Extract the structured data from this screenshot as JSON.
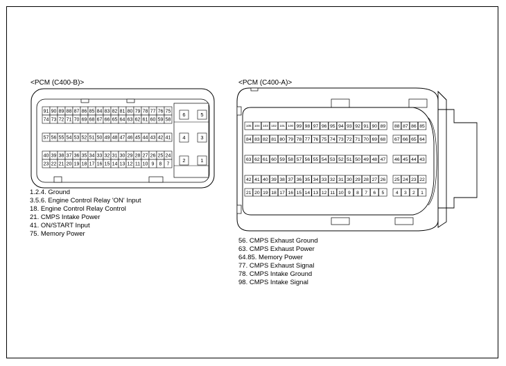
{
  "connector_b": {
    "title": "<PCM (C400-B)>",
    "rows": [
      [
        "91",
        "90",
        "89",
        "88",
        "87",
        "86",
        "85",
        "84",
        "83",
        "82",
        "81",
        "80",
        "79",
        "78",
        "77",
        "76",
        "75"
      ],
      [
        "74",
        "73",
        "72",
        "71",
        "70",
        "69",
        "68",
        "67",
        "66",
        "65",
        "64",
        "63",
        "62",
        "61",
        "60",
        "59",
        "58"
      ],
      [
        "57",
        "56",
        "55",
        "54",
        "53",
        "52",
        "51",
        "50",
        "49",
        "48",
        "47",
        "46",
        "45",
        "44",
        "43",
        "42",
        "41"
      ],
      [
        "40",
        "39",
        "38",
        "37",
        "36",
        "35",
        "34",
        "33",
        "32",
        "31",
        "30",
        "29",
        "28",
        "27",
        "26",
        "25",
        "24"
      ],
      [
        "23",
        "22",
        "21",
        "20",
        "19",
        "18",
        "17",
        "16",
        "15",
        "14",
        "13",
        "12",
        "11",
        "10",
        "9",
        "8",
        "7"
      ]
    ],
    "side_pins": [
      "6",
      "5",
      "4",
      "3",
      "2",
      "1"
    ],
    "legend": [
      "1.2.4. Ground",
      "3.5.6. Engine Control Relay 'ON' Input",
      "18. Engine Control Relay Control",
      "21. CMPS Intake Power",
      "41. ON/START Input",
      "75. Memory Power"
    ]
  },
  "connector_a": {
    "title": "<PCM (C400-A)>",
    "rows": [
      {
        "main": [
          "105",
          "104",
          "103",
          "102",
          "101",
          "100",
          "99",
          "98",
          "97",
          "96",
          "95",
          "94",
          "93",
          "92",
          "91",
          "90",
          "89"
        ],
        "side": [
          "88",
          "87",
          "86",
          "85"
        ]
      },
      {
        "main": [
          "84",
          "83",
          "82",
          "81",
          "80",
          "79",
          "78",
          "77",
          "76",
          "75",
          "74",
          "73",
          "72",
          "71",
          "70",
          "69",
          "68"
        ],
        "side": [
          "67",
          "66",
          "65",
          "64"
        ]
      },
      {
        "main": [
          "63",
          "62",
          "61",
          "60",
          "59",
          "58",
          "57",
          "56",
          "55",
          "54",
          "53",
          "52",
          "51",
          "50",
          "49",
          "48",
          "47"
        ],
        "side": [
          "46",
          "45",
          "44",
          "43"
        ]
      },
      {
        "main": [
          "42",
          "41",
          "40",
          "39",
          "38",
          "37",
          "36",
          "35",
          "34",
          "33",
          "32",
          "31",
          "30",
          "29",
          "28",
          "27",
          "26"
        ],
        "side": [
          "25",
          "24",
          "23",
          "22"
        ]
      },
      {
        "main": [
          "21",
          "20",
          "19",
          "18",
          "17",
          "16",
          "15",
          "14",
          "13",
          "12",
          "11",
          "10",
          "9",
          "8",
          "7",
          "6",
          "5"
        ],
        "side": [
          "4",
          "3",
          "2",
          "1"
        ]
      }
    ],
    "legend": [
      "56. CMPS Exhaust Ground",
      "63. CMPS Exhaust Power",
      "64.85. Memory Power",
      "77. CMPS Exhaust Signal",
      "78. CMPS Intake Ground",
      "98. CMPS Intake Signal"
    ]
  }
}
